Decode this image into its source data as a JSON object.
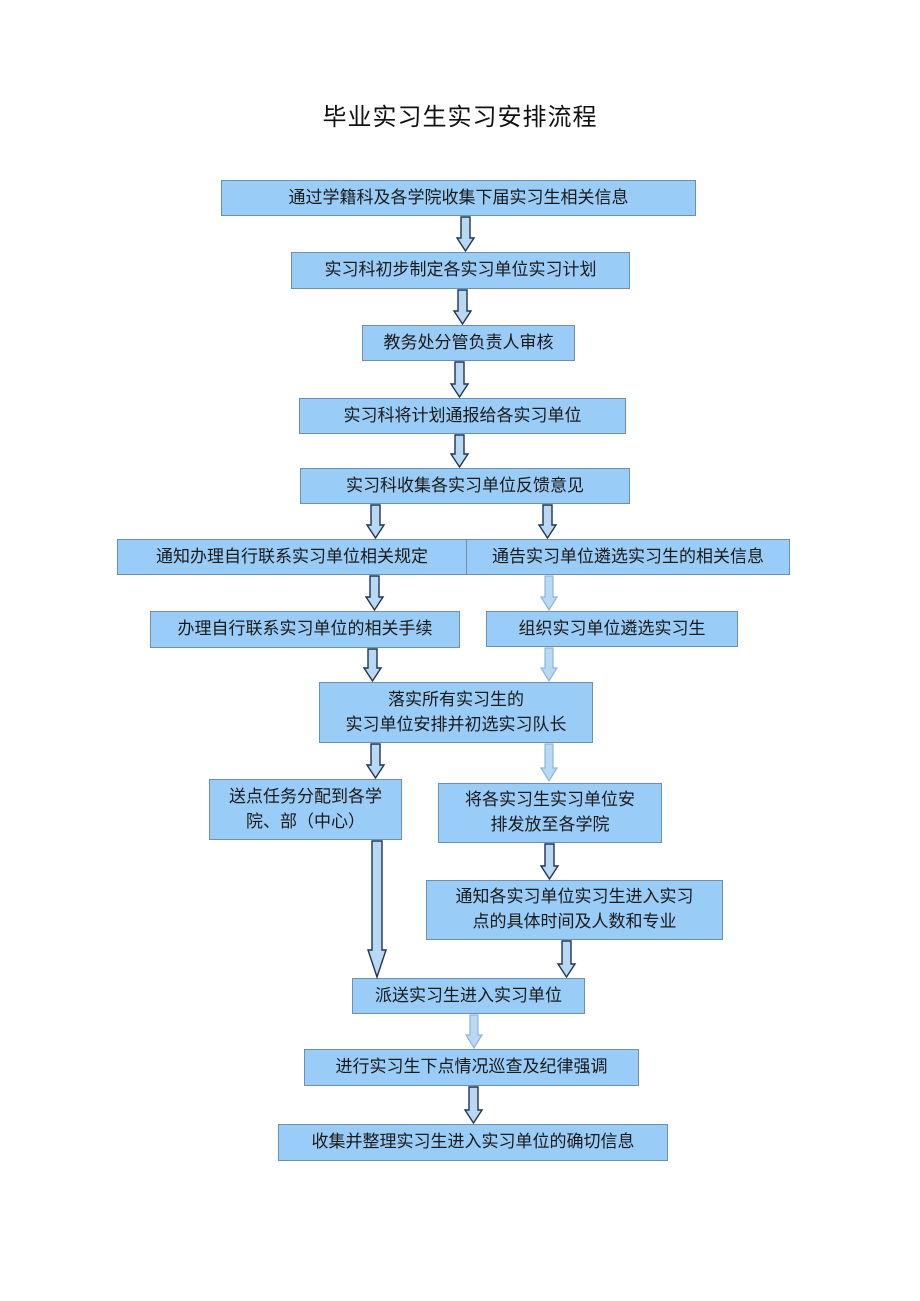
{
  "title": "毕业实习生实习安排流程",
  "steps": {
    "s1": "通过学籍科及各学院收集下届实习生相关信息",
    "s2": "实习科初步制定各实习单位实习计划",
    "s3": "教务处分管负责人审核",
    "s4": "实习科将计划通报给各实习单位",
    "s5": "实习科收集各实习单位反馈意见",
    "left1": "通知办理自行联系实习单位相关规定",
    "right1": "通告实习单位遴选实习生的相关信息",
    "left2": "办理自行联系实习单位的相关手续",
    "right2": "组织实习单位遴选实习生",
    "s6": "落实所有实习生的\n实习单位安排并初选实习队长",
    "left3": "送点任务分配到各学\n院、部（中心）",
    "right3": "将各实习生实习单位安\n排发放至各学院",
    "right4": "通知各实习单位实习生进入实习\n点的具体时间及人数和专业",
    "s7": "派送实习生进入实习单位",
    "s8": "进行实习生下点情况巡查及纪律强调",
    "s9": "收集并整理实习生进入实习单位的确切信息"
  },
  "colors": {
    "box_fill": "#99ccf6",
    "box_border": "#6d8fb0",
    "arrow_fill": "#b8d8f4",
    "arrow_stroke": "#1f3550"
  }
}
